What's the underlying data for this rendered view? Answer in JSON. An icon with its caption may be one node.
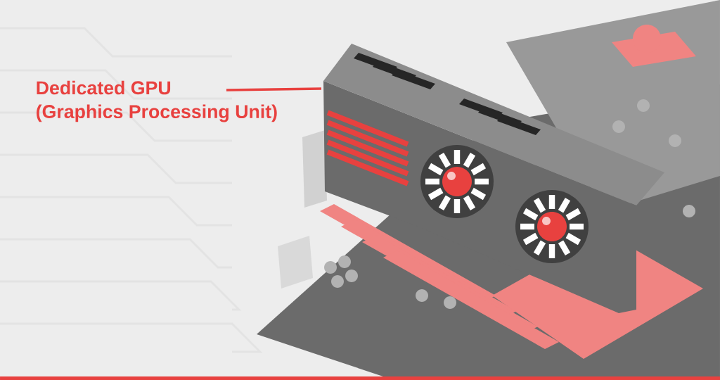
{
  "diagram": {
    "nodes": [
      {
        "text": [
          "Dedicated GPU (Graphics Processing Unit)"
        ]
      },
      {
        "text": [],
        "shape": "picture"
      }
    ],
    "edges": [
      {
        "from": 0,
        "to": 1,
        "arrow": "none"
      }
    ]
  }
}
